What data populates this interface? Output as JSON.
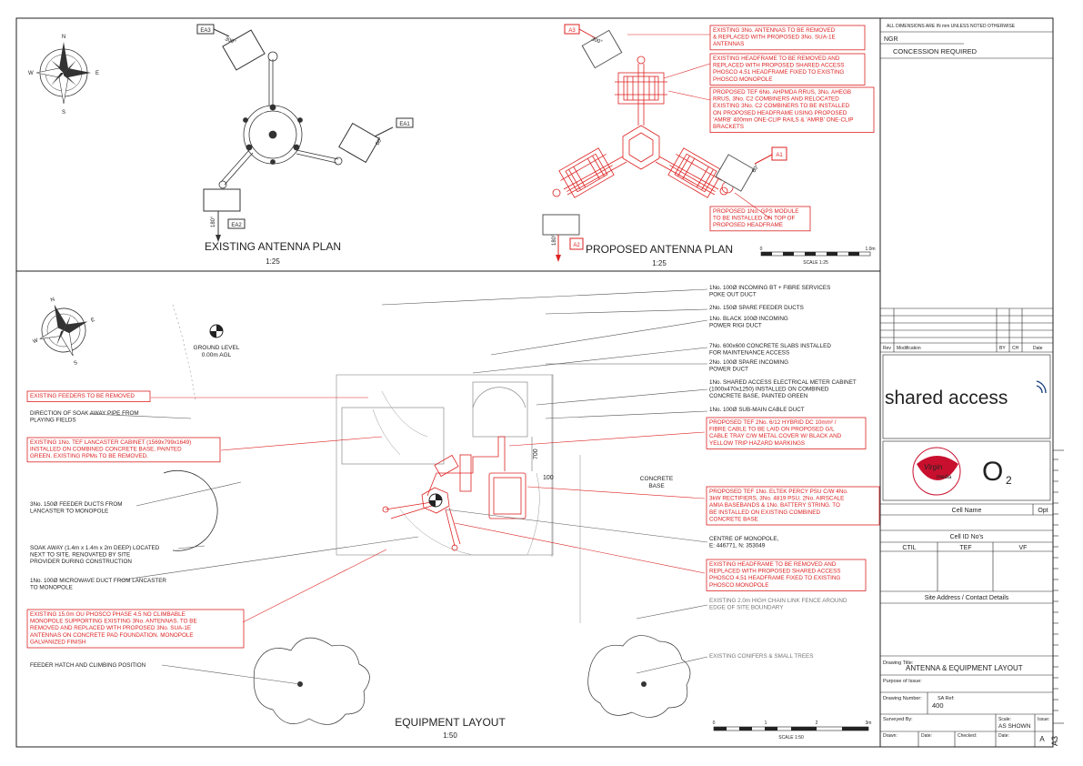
{
  "sheet": {
    "size_label": "A3",
    "dims_note": "ALL DIMENSIONS ARE IN mm UNLESS NOTED OTHERWISE"
  },
  "title_block": {
    "ngr_label": "NGR",
    "concession": "CONCESSION REQUIRED",
    "rev_headers": [
      "Rev",
      "Modification",
      "BY",
      "CH",
      "Date"
    ],
    "client_logo_text": "shared access",
    "operator_logo_text": [
      "Virgin",
      "media",
      "O",
      "2"
    ],
    "cell_name_label": "Cell Name",
    "opt_label": "Opt",
    "cell_id_label": "Cell ID No's",
    "cell_id_cols": [
      "CTIL",
      "TEF",
      "VF"
    ],
    "site_address_label": "Site Address / Contact Details",
    "drawing_title_label": "Drawing Title:",
    "drawing_title": "ANTENNA & EQUIPMENT LAYOUT",
    "purpose_label": "Purpose of Issue:",
    "drawing_number_label": "Drawing Number:",
    "drawing_number": "400",
    "sa_ref_label": "SA Ref:",
    "surveyed_label": "Surveyed By:",
    "scale_label": "Scale:",
    "scale_value": "AS SHOWN",
    "issue_label": "Issue:",
    "drawn_label": "Drawn:",
    "date_label": "Date:",
    "checked_label": "Checked:",
    "date2_label": "Date:",
    "issue_value": "A"
  },
  "existing_plan": {
    "title": "EXISTING ANTENNA PLAN",
    "scale": "1:25",
    "compass": [
      "N",
      "E",
      "S",
      "W"
    ],
    "sectors": [
      {
        "tag": "EA3",
        "bearing": "300°"
      },
      {
        "tag": "EA1",
        "bearing": "60°"
      },
      {
        "tag": "EA2",
        "bearing": "180°"
      }
    ]
  },
  "proposed_plan": {
    "title": "PROPOSED ANTENNA PLAN",
    "scale": "1:25",
    "scale_bar_label": "SCALE 1:25",
    "scale_bar_ticks": [
      "0",
      "1.0m"
    ],
    "sectors": [
      {
        "tag": "A3",
        "bearing": "300°"
      },
      {
        "tag": "A1",
        "bearing": "60°"
      },
      {
        "tag": "A2",
        "bearing": "180°"
      }
    ],
    "notes": [
      [
        "EXISTING 3No. ANTENNAS TO BE REMOVED",
        "& REPLACED WITH PROPOSED 3No. SUA-1E",
        "ANTENNAS"
      ],
      [
        "EXISTING HEADFRAME TO BE REMOVED AND",
        "REPLACED WITH PROPOSED SHARED ACCESS",
        "PHOSCO 4.51 HEADFRAME FIXED TO EXISTING",
        "PHOSCO MONOPOLE"
      ],
      [
        "PROPOSED TEF 6No. AHPMDA RRUS, 3No. AHEGB",
        "RRUS, 3No. C2 COMBINERS AND RELOCATED",
        "EXISTING 3No. C2 COMBINERS TO BE INSTALLED",
        "ON PROPOSED HEADFRAME USING PROPOSED",
        "'AMRB' 400mm ONE-CLIP RAILS & 'AMRB' ONE-CLIP",
        "BRACKETS"
      ],
      [
        "PROPOSED 1No. GPS MODULE",
        "TO BE INSTALLED ON TOP OF",
        "PROPOSED HEADFRAME"
      ]
    ]
  },
  "equipment_layout": {
    "title": "EQUIPMENT LAYOUT",
    "scale": "1:50",
    "scale_bar_label": "SCALE 1:50",
    "scale_bar_ticks": [
      "0",
      "1",
      "2",
      "3m"
    ],
    "ground_level": [
      "GROUND LEVEL",
      "0.00m AGL"
    ],
    "compass": [
      "N",
      "E",
      "S",
      "W"
    ],
    "dims": [
      "700",
      "100"
    ],
    "concrete_base": [
      "CONCRETE",
      "BASE"
    ],
    "left_notes": [
      {
        "red": true,
        "lines": [
          "EXISTING FEEDERS TO BE REMOVED"
        ]
      },
      {
        "red": false,
        "lines": [
          "DIRECTION OF SOAK AWAY PIPE FROM",
          "PLAYING FIELDS"
        ]
      },
      {
        "red": true,
        "lines": [
          "EXISTING 1No. TEF LANCASTER CABINET (1569x799x1649)",
          "INSTALLED ON COMBINED CONCRETE BASE, PAINTED",
          "GREEN. EXISTING RPMs TO BE REMOVED."
        ]
      },
      {
        "red": false,
        "lines": [
          "3No. 150Ø FEEDER DUCTS FROM",
          "LANCASTER TO MONOPOLE"
        ]
      },
      {
        "red": false,
        "lines": [
          "SOAK AWAY (1.4m x 1.4m x 2m DEEP) LOCATED",
          "NEXT TO SITE. RENOVATED BY SITE",
          "PROVIDER DURING CONSTRUCTION"
        ]
      },
      {
        "red": false,
        "lines": [
          "1No. 100Ø MICROWAVE DUCT FROM LANCASTER",
          "TO MONOPOLE"
        ]
      },
      {
        "red": true,
        "lines": [
          "EXISTING 15.0m OU PHOSCO PHASE 4.5 NO CLIMBABLE",
          "MONOPOLE SUPPORTING EXISTING 3No. ANTENNAS. TO BE",
          "REMOVED AND REPLACED WITH PROPOSED 3No. SUA-1E",
          "ANTENNAS ON CONCRETE PAD FOUNDATION. MONOPOLE",
          "GALVANIZED FINISH"
        ]
      },
      {
        "red": false,
        "lines": [
          "FEEDER HATCH AND CLIMBING POSITION"
        ]
      }
    ],
    "right_notes": [
      {
        "red": false,
        "lines": [
          "1No. 100Ø INCOMING BT + FIBRE SERVICES",
          "POKE OUT DUCT"
        ]
      },
      {
        "red": false,
        "lines": [
          "2No. 150Ø SPARE FEEDER DUCTS"
        ]
      },
      {
        "red": false,
        "lines": [
          "1No. BLACK 100Ø INCOMING",
          "POWER RIGI DUCT"
        ]
      },
      {
        "red": false,
        "lines": [
          "7No. 600x600 CONCRETE SLABS INSTALLED",
          "FOR MAINTENANCE ACCESS"
        ]
      },
      {
        "red": false,
        "lines": [
          "2No. 100Ø SPARE INCOMING",
          "POWER DUCT"
        ]
      },
      {
        "red": false,
        "lines": [
          "1No. SHARED ACCESS ELECTRICAL METER CABINET",
          "(1000x470x1250) INSTALLED ON COMBINED",
          "CONCRETE BASE, PAINTED GREEN"
        ]
      },
      {
        "red": false,
        "lines": [
          "1No. 100Ø SUB-MAIN CABLE DUCT"
        ]
      },
      {
        "red": true,
        "lines": [
          "PROPOSED TEF 2No. 6/12 HYBRID DC 10mm² /",
          "FIBRE CABLE TO BE LAID ON PROPOSED G/L",
          "CABLE TRAY C/W METAL COVER W/ BLACK AND",
          "YELLOW TRIP HAZARD MARKINGS"
        ]
      },
      {
        "red": true,
        "lines": [
          "PROPOSED TEF 1No. ELTEK PERCY PSU C/W 4No.",
          "3kW RECTIFIERS, 3No. 4819 PSU, 2No. AIRSCALE",
          "AMIA BASEBANDS & 1No. BATTERY STRING. TO",
          "BE INSTALLED ON EXISTING COMBINED",
          "CONCRETE BASE"
        ]
      },
      {
        "red": false,
        "lines": [
          "CENTRE OF MONOPOLE,",
          "E: 446771, N: 353049"
        ]
      },
      {
        "red": true,
        "lines": [
          "EXISTING HEADFRAME TO BE REMOVED AND",
          "REPLACED WITH PROPOSED SHARED ACCESS",
          "PHOSCO 4.51 HEADFRAME FIXED TO EXISTING",
          "PHOSCO MONOPOLE"
        ]
      },
      {
        "red": false,
        "grey": true,
        "lines": [
          "EXISTING 2.0m HIGH CHAIN LINK FENCE AROUND",
          "EDGE OF SITE BOUNDARY"
        ]
      },
      {
        "red": false,
        "grey": true,
        "lines": [
          "EXISTING CONIFERS & SMALL TREES"
        ]
      }
    ]
  }
}
